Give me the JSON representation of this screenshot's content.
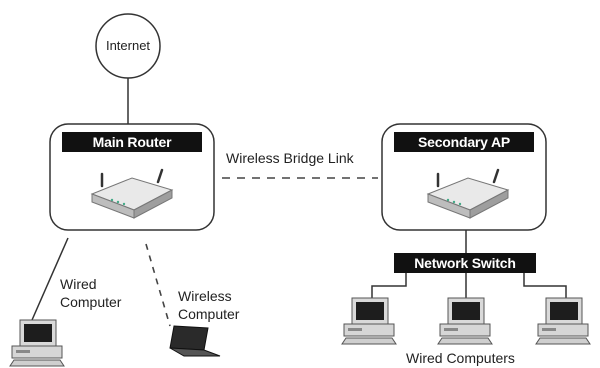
{
  "nodes": {
    "internet": "Internet",
    "main_router": "Main Router",
    "secondary_ap": "Secondary AP",
    "network_switch": "Network Switch"
  },
  "links": {
    "wireless_bridge": "Wireless Bridge Link"
  },
  "labels": {
    "wired_computer_line1": "Wired",
    "wired_computer_line2": "Computer",
    "wireless_computer_line1": "Wireless",
    "wireless_computer_line2": "Computer",
    "wired_computers": "Wired Computers"
  },
  "icons": {
    "router": "router-icon",
    "desktop": "desktop-computer-icon",
    "laptop": "laptop-icon"
  }
}
